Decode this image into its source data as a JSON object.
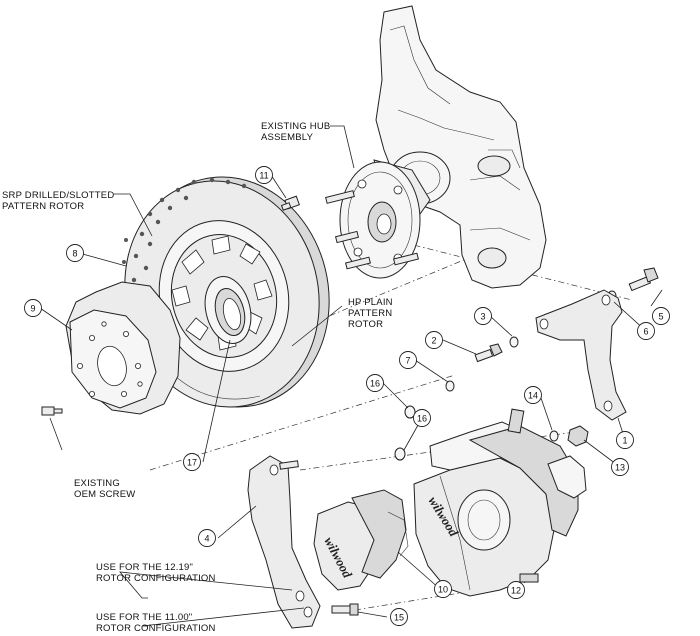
{
  "labels": {
    "existing_hub": [
      "EXISTING HUB",
      "ASSEMBLY"
    ],
    "srp_rotor": [
      "SRP DRILLED/SLOTTED",
      "PATTERN ROTOR"
    ],
    "hp_rotor": [
      "HP PLAIN",
      "PATTERN",
      "ROTOR"
    ],
    "oem_screw": [
      "EXISTING",
      "OEM SCREW"
    ],
    "config_1219": [
      "USE FOR THE 12.19\"",
      "ROTOR CONFIGURATION"
    ],
    "config_1100": [
      "USE FOR THE 11.00\"",
      "ROTOR CONFIGURATION"
    ]
  },
  "callouts": [
    "1",
    "2",
    "3",
    "4",
    "5",
    "6",
    "7",
    "8",
    "9",
    "10",
    "11",
    "12",
    "13",
    "14",
    "15",
    "16",
    "16",
    "17"
  ],
  "brand": {
    "logo_text": "wilwood",
    "line_color": "#222222",
    "fill_color": "#ececec"
  },
  "icons": {
    "knuckle": "steering-knuckle-icon",
    "hub": "hub-assembly-icon",
    "rotor": "brake-rotor-icon",
    "hat": "rotor-hat-icon",
    "bracket": "caliper-bracket-icon",
    "caliper": "brake-caliper-icon",
    "pads": "brake-pads-icon"
  }
}
